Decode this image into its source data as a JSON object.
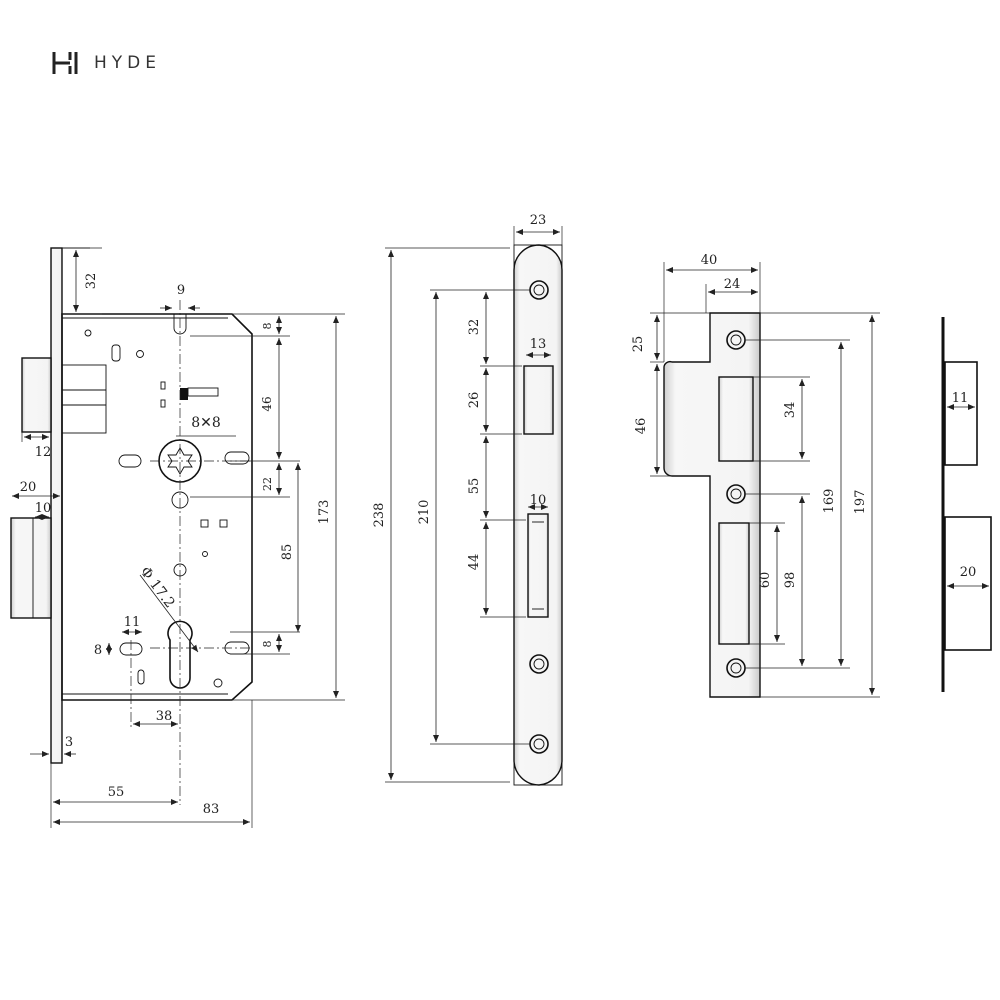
{
  "brand": {
    "name": "HYDE",
    "logo_icon": "hyde-h-logo-icon"
  },
  "diagram": {
    "lock_body": {
      "dims": {
        "face_top": "32",
        "slot_width": "9",
        "slot_depth": "8",
        "handle_span": "46",
        "spindle": "8✕8",
        "hub_offset": "22",
        "backset_centers": "85",
        "body_height": "173",
        "cyl_width": "11",
        "cyl_height": "8",
        "cyl_dia": "Φ 17.2",
        "lower_offset": "8",
        "cyl_spacing": "38",
        "thickness": "3",
        "backset": "55",
        "depth": "83",
        "latch_proj": "12",
        "bolt_width": "20",
        "bolt_inner": "10"
      }
    },
    "faceplate": {
      "dims": {
        "width": "23",
        "height": "238",
        "screw_span": "210",
        "top_offset": "32",
        "latch_width": "13",
        "latch_height": "26",
        "gap": "55",
        "bolt_width": "10",
        "bolt_height": "44"
      }
    },
    "strike_plate": {
      "dims": {
        "width": "40",
        "inner_width": "24",
        "lip_top": "25",
        "lip_height": "46",
        "latch_hole": "34",
        "screw_span": "169",
        "height": "197",
        "bolt_hole": "60",
        "bolt_span": "98"
      }
    },
    "side_view": {
      "dims": {
        "latch_depth": "11",
        "bolt_depth": "20"
      }
    }
  }
}
